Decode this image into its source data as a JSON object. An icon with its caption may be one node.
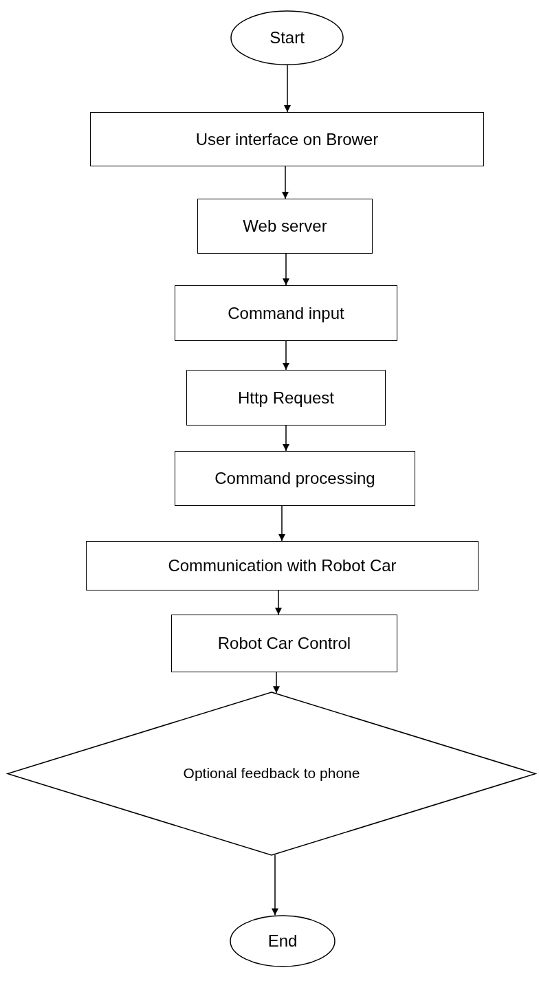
{
  "diagram": {
    "nodes": [
      {
        "text": [
          "Start"
        ]
      },
      {
        "text": [
          "User interface on Brower"
        ]
      },
      {
        "text": [
          "Web server"
        ]
      },
      {
        "text": [
          "Command input"
        ]
      },
      {
        "text": [
          "Http Request"
        ]
      },
      {
        "text": [
          "Command processing"
        ]
      },
      {
        "text": [
          "Communication with Robot Car"
        ]
      },
      {
        "text": [
          "Robot Car Control"
        ]
      },
      {
        "text": [
          "Optional feedback to phone"
        ]
      },
      {
        "text": [
          "End"
        ]
      }
    ],
    "edges": [
      {
        "from": 0,
        "to": 1,
        "arrow": "to"
      },
      {
        "from": 1,
        "to": 2,
        "arrow": "to"
      },
      {
        "from": 2,
        "to": 3,
        "arrow": "to"
      },
      {
        "from": 3,
        "to": 4,
        "arrow": "to"
      },
      {
        "from": 4,
        "to": 5,
        "arrow": "to"
      },
      {
        "from": 5,
        "to": 6,
        "arrow": "to"
      },
      {
        "from": 6,
        "to": 7,
        "arrow": "to"
      },
      {
        "from": 7,
        "to": 8,
        "arrow": "to"
      },
      {
        "from": 8,
        "to": 9,
        "arrow": "to"
      }
    ]
  }
}
